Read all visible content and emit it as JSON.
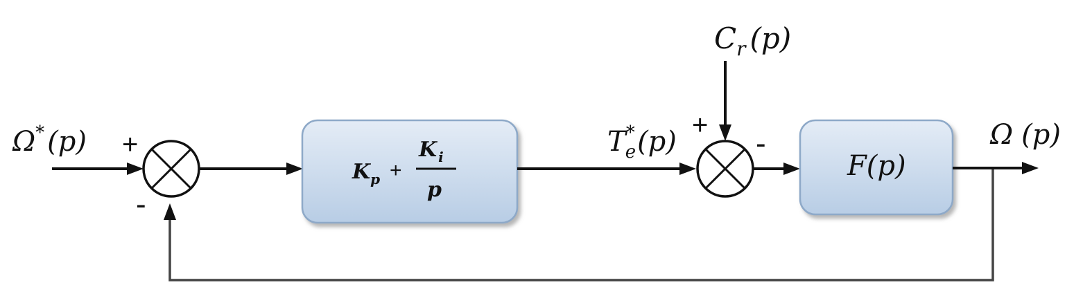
{
  "colors": {
    "block_top": "#e4ecf6",
    "block_bottom": "#b8cde5",
    "block_border": "#8ea9c8",
    "line": "#111111",
    "feedback_line": "#444444"
  },
  "signals": {
    "reference": {
      "main": "Ω",
      "sup": "*",
      "arg": "(p)"
    },
    "torque_ref": {
      "main": "T",
      "sub": "e",
      "sup": "*",
      "arg": "(p)"
    },
    "disturbance": {
      "main": "C",
      "sub": "r",
      "arg": "(p)"
    },
    "output": {
      "main": "Ω",
      "arg": "(p)"
    }
  },
  "summers": {
    "first": {
      "plus": "+",
      "minus": "-"
    },
    "second": {
      "plus": "+",
      "minus": "-"
    }
  },
  "blocks": {
    "controller": {
      "kp": "K",
      "kp_sub": "p",
      "op": "+",
      "num": "K",
      "num_sub": "i",
      "den": "p"
    },
    "plant": {
      "label": "F(p)"
    }
  }
}
